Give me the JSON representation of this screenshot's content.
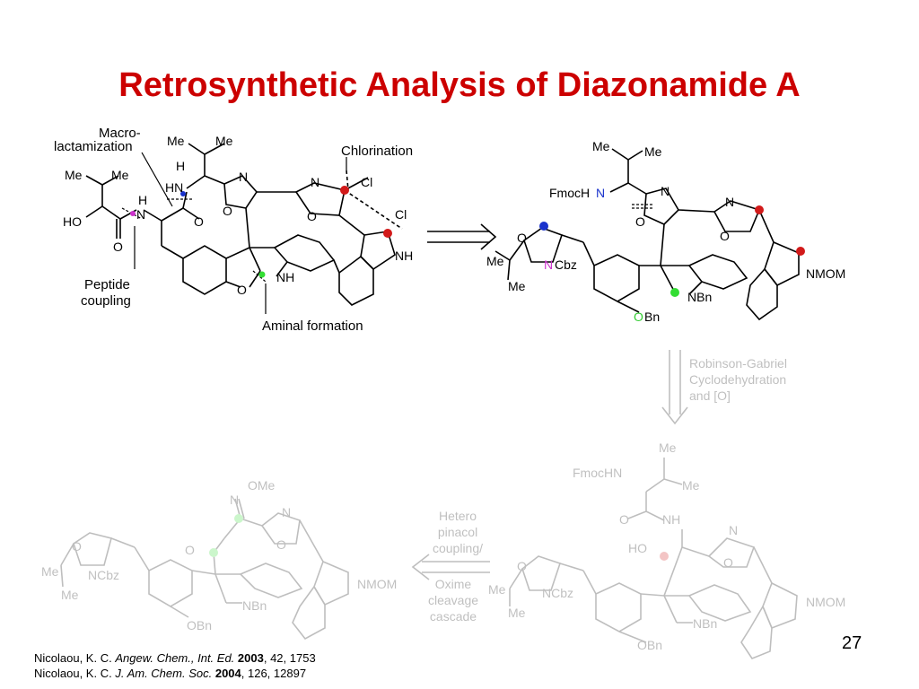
{
  "slide": {
    "title": "Retrosynthetic Analysis of Diazonamide A",
    "page_number": "27"
  },
  "colors": {
    "title": "#cc0000",
    "site_red": "#d21a1a",
    "site_blue": "#1a33cc",
    "site_green": "#33dd33",
    "site_magenta": "#cc33cc"
  },
  "labels": {
    "macrolactamization": [
      "Macro-",
      "lactamization"
    ],
    "chlorination": "Chlorination",
    "peptide_coupling": [
      "Peptide",
      "coupling"
    ],
    "aminal_formation": "Aminal formation",
    "robinson": [
      "Robinson-Gabriel",
      "Cyclodehydration",
      "and [O]"
    ],
    "hetero_pinacol": [
      "Hetero",
      "pinacol",
      "coupling/"
    ],
    "oxime_cascade": [
      "Oxime",
      "cleavage",
      "cascade"
    ]
  },
  "atoms": {
    "me": "Me",
    "h": "H",
    "hn": "HN",
    "n": "N",
    "o": "O",
    "ho": "HO",
    "nh": "NH",
    "cl": "Cl",
    "fmoc": "FmocH",
    "ncbz": "Cbz",
    "nbn": "NBn",
    "nmom": "NMOM",
    "obn": "Bn",
    "obn_full": "OBn",
    "fmochn": "FmocHN",
    "ncbz_full": "NCbz",
    "ome": "OMe"
  },
  "references": [
    {
      "author": "Nicolaou, K. C. ",
      "journal": "Angew. Chem., Int. Ed.",
      "year": "2003",
      "rest": ", 42, 1753"
    },
    {
      "author": "Nicolaou, K. C. ",
      "journal": "J. Am. Chem. Soc.",
      "year": "2004",
      "rest": ", 126, 12897"
    }
  ]
}
